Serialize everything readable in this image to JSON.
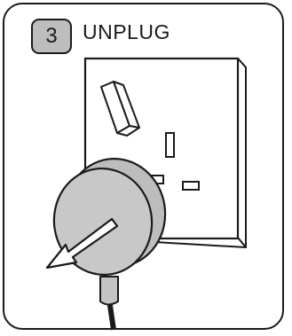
{
  "step": {
    "number": "3",
    "title": "UNPLUG"
  },
  "illustration": {
    "depicts": "plug-being-pulled-from-socket",
    "arrow": "pull-out",
    "colors": {
      "line": "#1a1a1a",
      "plug_fill": "#c4c4c4",
      "badge_fill": "#bdbdbd",
      "background": "#ffffff"
    }
  }
}
